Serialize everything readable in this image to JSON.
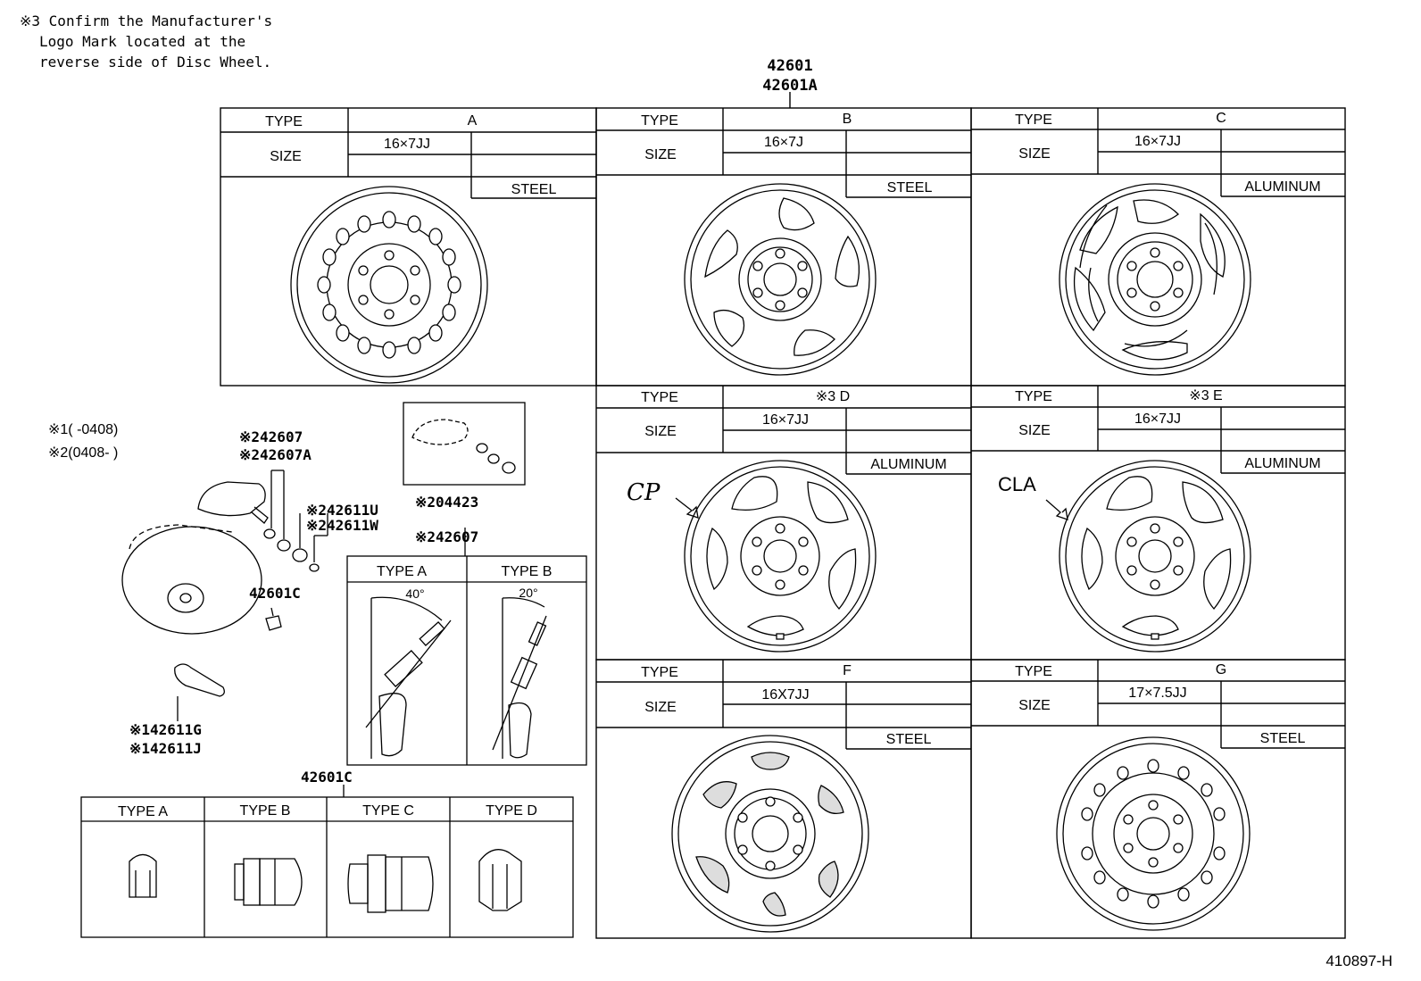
{
  "note": {
    "line1": "※3 Confirm the Manufacturer's",
    "line2": "Logo Mark located at the",
    "line3": "reverse side of Disc Wheel."
  },
  "header_parts": [
    "42601",
    "42601A"
  ],
  "wheels": [
    {
      "type_label": "TYPE",
      "type": "A",
      "size_label": "SIZE",
      "size": "16×7JJ",
      "material": "STEEL"
    },
    {
      "type_label": "TYPE",
      "type": "B",
      "size_label": "SIZE",
      "size": "16×7J",
      "material": "STEEL"
    },
    {
      "type_label": "TYPE",
      "type": "C",
      "size_label": "SIZE",
      "size": "16×7JJ",
      "material": "ALUMINUM"
    },
    {
      "type_label": "TYPE",
      "type": "※3 D",
      "size_label": "SIZE",
      "size": "16×7JJ",
      "material": "ALUMINUM"
    },
    {
      "type_label": "TYPE",
      "type": "※3 E",
      "size_label": "SIZE",
      "size": "16×7JJ",
      "material": "ALUMINUM"
    },
    {
      "type_label": "TYPE",
      "type": "F",
      "size_label": "SIZE",
      "size": "16X7JJ",
      "material": "STEEL"
    },
    {
      "type_label": "TYPE",
      "type": "G",
      "size_label": "SIZE",
      "size": "17×7.5JJ",
      "material": "STEEL"
    }
  ],
  "logos": {
    "d_logo": "CP",
    "e_logo": "CLA"
  },
  "legend": {
    "l1": "※1(      -0408)",
    "l2": "※2(0408-      )"
  },
  "parts": {
    "p42607": "※242607",
    "p42607a": "※242607A",
    "p42611u": "※242611U",
    "p42611w": "※242611W",
    "p42601c_mid": "42601C",
    "p04423": "※204423",
    "p42607b": "※242607",
    "p42611g": "※142611G",
    "p42611j": "※142611J",
    "p42601c_bottom": "42601C"
  },
  "valve_types": {
    "a": "TYPE  A",
    "b": "TYPE  B",
    "angle_a": "40°",
    "angle_b": "20°"
  },
  "nut_types": [
    "TYPE  A",
    "TYPE  B",
    "TYPE  C",
    "TYPE  D"
  ],
  "figure_id": "410897-H"
}
